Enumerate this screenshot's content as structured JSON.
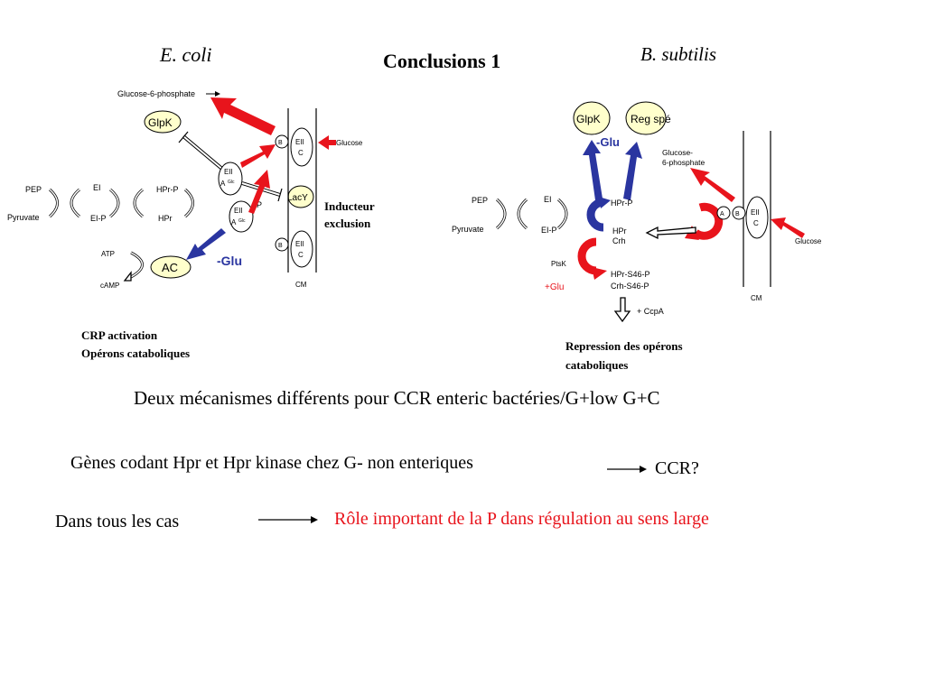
{
  "header": {
    "title": "Conclusions 1",
    "left_organism": "E. coli",
    "right_organism": "B. subtilis"
  },
  "ecoli": {
    "glucose6p": "Glucose-6-phosphate",
    "glpk": "GlpK",
    "pep": "PEP",
    "pyruvate": "Pyruvate",
    "ei": "EI",
    "eip": "EI-P",
    "hprp": "HPr-P",
    "hpr": "HPr",
    "eii_a": "EII",
    "a_glc": "A",
    "glc_sup": "Glc",
    "p": "P",
    "b": "B",
    "eii": "EII",
    "c": "C",
    "glucose": "Glucose",
    "lacy": "LacY",
    "atp": "ATP",
    "camp": "cAMP",
    "ac": "AC",
    "minus_glu": "-Glu",
    "cm": "CM",
    "inducer_exclusion": [
      "Inducteur",
      "exclusion"
    ],
    "crp_activation": [
      "CRP activation",
      "Opérons cataboliques"
    ]
  },
  "bsubtilis": {
    "glpk": "GlpK",
    "reg_spe": "Reg spé",
    "minus_glu": "-Glu",
    "glucose6p": [
      "Glucose-",
      "6-phosphate"
    ],
    "pep": "PEP",
    "pyruvate": "Pyruvate",
    "ei": "EI",
    "eip": "EI-P",
    "hprp": "HPr-P",
    "hpr": "HPr",
    "crh": "Crh",
    "ptsk": "PtsK",
    "hpr_s46p": "HPr-S46-P",
    "crh_s46p": "Crh-S46-P",
    "plus_glu": "+Glu",
    "ccpa": "+ CcpA",
    "a": "A",
    "b": "B",
    "eii": "EII",
    "c": "C",
    "glucose": "Glucose",
    "cm": "CM",
    "repression": [
      "Repression des opérons",
      "cataboliques"
    ]
  },
  "body": {
    "line1": "Deux mécanismes différents pour CCR enteric bactéries/G+low G+C",
    "line2": "Gènes codant Hpr et Hpr kinase chez G- non enteriques",
    "ccr_question": "CCR?",
    "line3_left": "Dans tous les cas",
    "line3_right": "Rôle important de la P dans régulation au sens large"
  },
  "colors": {
    "red_arrow": "#e8141c",
    "blue_arrow": "#2a35a0",
    "highlight_oval": "#ffffcc",
    "conclusion_text": "#e8141c"
  }
}
